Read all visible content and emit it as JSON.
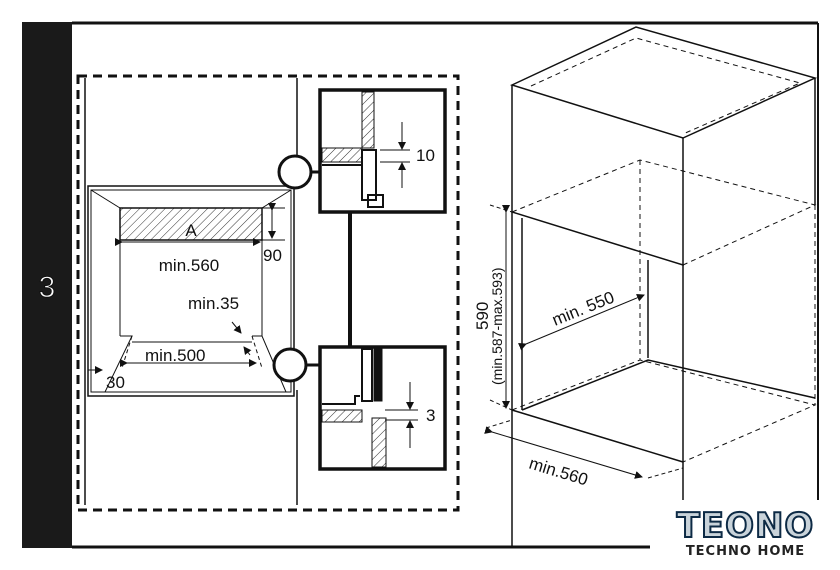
{
  "step_number": "3",
  "left_drawing": {
    "zone_label": "A",
    "dim_width_top": "min.560",
    "dim_height_top": "90",
    "dim_gap": "min.35",
    "dim_width_bottom": "min.500",
    "dim_side": "30",
    "detail_top_gap": "10",
    "detail_bottom_gap": "3"
  },
  "right_drawing": {
    "dim_height": "590",
    "dim_height_range": "(min.587-max.593)",
    "dim_depth": "min. 550",
    "dim_width": "min.560"
  },
  "watermark": {
    "brand": "TEONO",
    "tagline": "TECHNO HOME"
  }
}
